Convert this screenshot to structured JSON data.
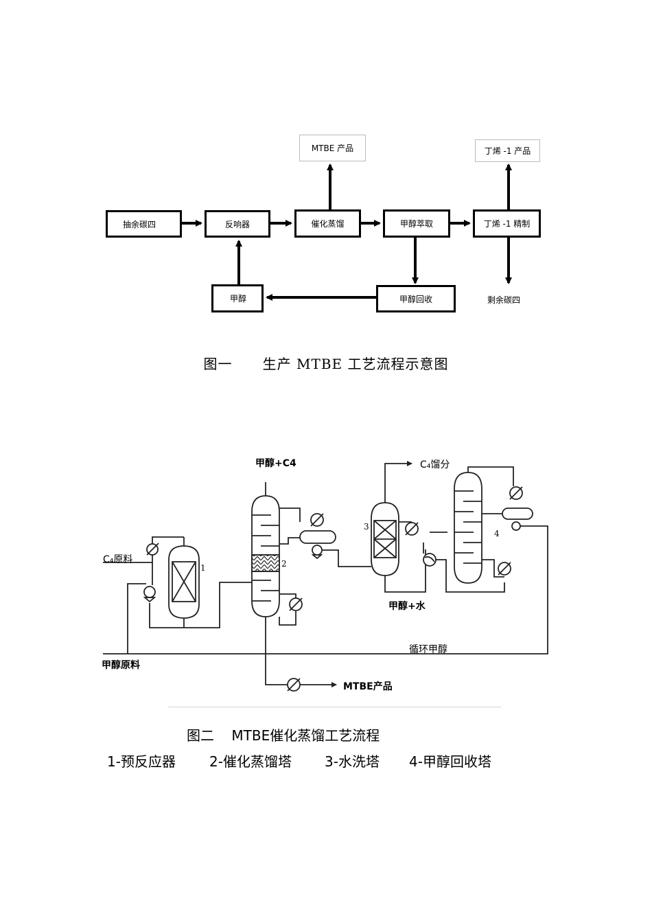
{
  "figure1": {
    "boxes": {
      "raffinate": "抽余碳四",
      "reactor": "反响器",
      "catalytic_distillation": "催化蒸馏",
      "methanol_extraction": "甲醇萃取",
      "butene_refining": "丁烯 -1 精制",
      "methanol": "甲醇",
      "methanol_recovery": "甲醇回收",
      "mtbe_product": "MTBE 产品",
      "butene_product": "丁烯 -1 产品"
    },
    "residual_c4": "剩余碳四",
    "caption": "图一      生产 MTBE 工艺流程示意图"
  },
  "figure2": {
    "labels": {
      "methanol_c4": "甲醇+C4",
      "c4_fraction": "C₄馏分",
      "c4_feed": "C₄原料",
      "methanol_water": "甲醇+水",
      "recycle_methanol": "循环甲醇",
      "methanol_feed": "甲醇原料",
      "mtbe_product": "MTBE产品"
    },
    "numbers": [
      "1",
      "2",
      "3",
      "4"
    ],
    "caption": "图二    MTBE催化蒸馏工艺流程",
    "legend": [
      "1-预反应器",
      "2-催化蒸馏塔",
      "3-水洗塔",
      "4-甲醇回收塔"
    ]
  }
}
